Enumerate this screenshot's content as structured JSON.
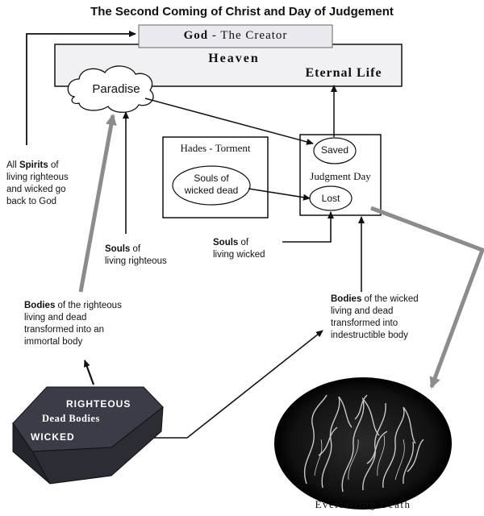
{
  "title": "The Second Coming of Christ and Day of Judgement",
  "god": {
    "bold": "God",
    "dash": " - ",
    "rest": "The Creator"
  },
  "heaven": "Heaven",
  "eternal_life": "Eternal Life",
  "paradise": "Paradise",
  "hades": {
    "title": "Hades - Torment",
    "souls": [
      "Souls of",
      "wicked dead"
    ]
  },
  "judgment": {
    "saved": "Saved",
    "label": "Judgment Day",
    "lost": "Lost"
  },
  "spirits_note": {
    "pre": "All ",
    "bold": "Spirits",
    "post": " of",
    "lines": [
      "living righteous",
      "and wicked go",
      "back to God"
    ]
  },
  "souls_righteous": {
    "bold": "Souls",
    "post": " of",
    "line2": "living righteous"
  },
  "souls_wicked": {
    "bold": "Souls",
    "post": " of",
    "line2": "living wicked"
  },
  "bodies_righteous": {
    "bold": "Bodies",
    "post": " of the righteous",
    "lines": [
      "living and dead",
      "transformed into an",
      "immortal body"
    ]
  },
  "bodies_wicked": {
    "bold": "Bodies",
    "post": " of the wicked",
    "lines": [
      "living and dead",
      "transformed into",
      "indestructible body"
    ]
  },
  "coffin": {
    "righteous": "RIGHTEOUS",
    "dead": "Dead Bodies",
    "wicked": "WICKED"
  },
  "everlasting_death": "Everlasting Death",
  "colors": {
    "heaven_fill": "#f1f1f4",
    "god_fill": "#e9e9ee",
    "coffin_fill": "#3c3c48",
    "gray_arrow": "#8c8c8c"
  }
}
